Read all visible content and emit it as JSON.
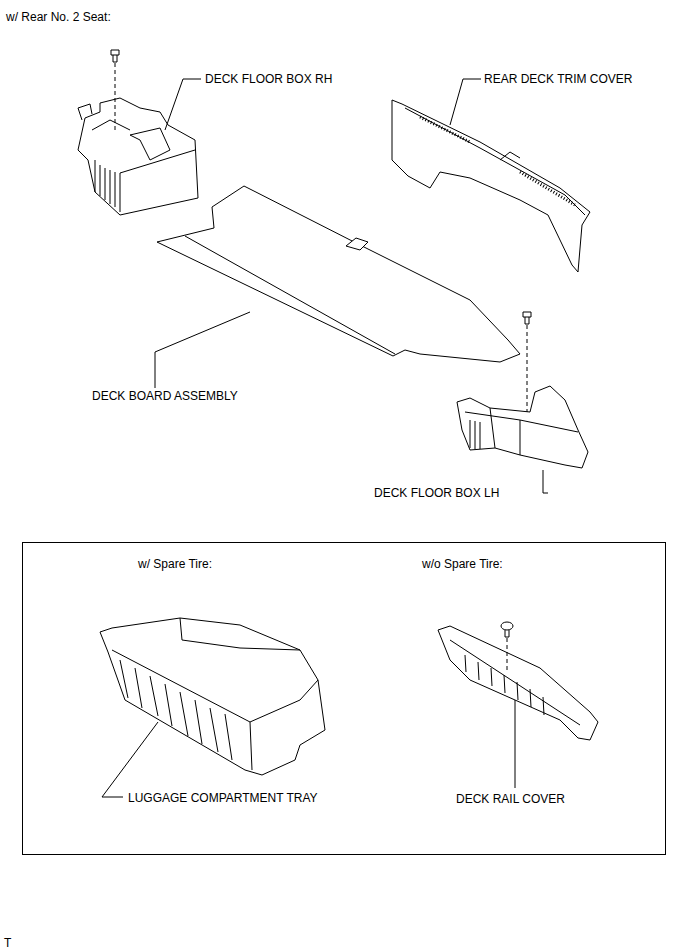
{
  "diagram": {
    "title": "w/ Rear No. 2 Seat:",
    "nodes": [
      {
        "text": [
          "w/ Spare Tire:",
          "w/o Spare Tire:",
          "LUGGAGE COMPARTMENT TRAY",
          "DECK RAIL COVER"
        ]
      }
    ],
    "labels": [
      "DECK FLOOR BOX RH",
      "REAR DECK TRIM COVER",
      "DECK BOARD ASSEMBLY",
      "DECK FLOOR BOX LH",
      "T"
    ]
  }
}
